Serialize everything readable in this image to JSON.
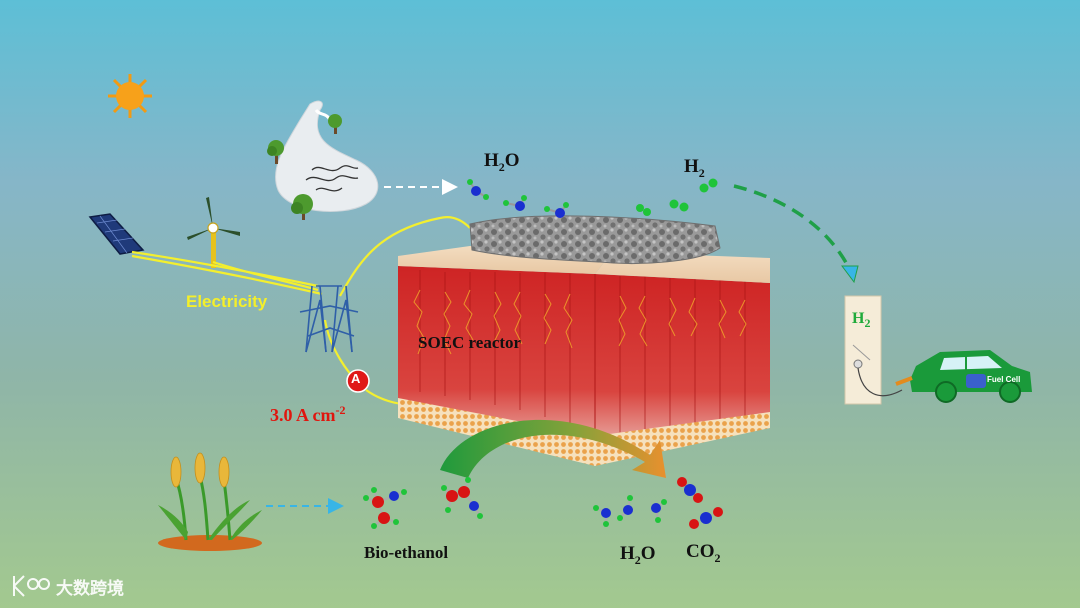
{
  "labels": {
    "h2o_top": {
      "main": "H",
      "sub": "2",
      "tail": "O"
    },
    "h2_top": {
      "main": "H",
      "sub": "2"
    },
    "electricity": "Electricity",
    "current": {
      "main": "3.0 A cm",
      "sup": "-2"
    },
    "ammeter_symbol": "A",
    "reactor": "SOEC reactor",
    "station_h2": {
      "main": "H",
      "sub": "2"
    },
    "fuel_cell": "Fuel Cell",
    "bio_ethanol": "Bio-ethanol",
    "h2o_bottom": {
      "main": "H",
      "sub": "2",
      "tail": "O"
    },
    "co2_bottom": {
      "main": "CO",
      "sub": "2"
    }
  },
  "watermark": {
    "logo": "k",
    "text": "大数跨境"
  },
  "colors": {
    "wire": "#f3ef2f",
    "reactor_red": "#d92a2a",
    "hydrogen_green": "#1fc43a",
    "oxygen_blue": "#1a2fd0",
    "carbon_red": "#d81414",
    "arrow_cyan": "#38b5e6",
    "arrow_green": "#1fa048",
    "arrow_orange": "#e88a2a"
  },
  "icons": [
    "sun-icon",
    "river-landscape-icon",
    "tree-icon",
    "solar-panel-icon",
    "wind-turbine-icon",
    "transmission-tower-icon",
    "ammeter-icon",
    "porous-electrode",
    "hydrogen-station-icon",
    "fuel-cell-car-icon",
    "wheat-crop-icon",
    "molecule-icon"
  ]
}
